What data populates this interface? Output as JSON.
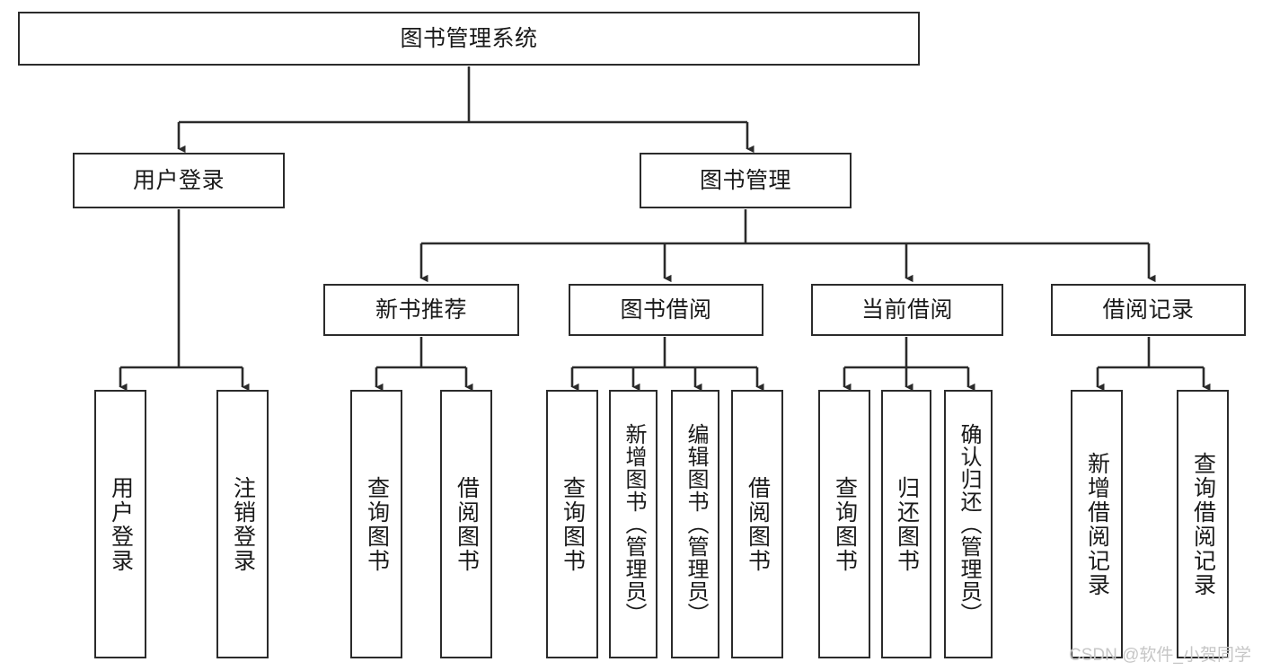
{
  "diagram": {
    "type": "tree-hierarchy-chart",
    "title": "图书管理系统",
    "background_color": "#ffffff",
    "line_color": "#2b2b2b",
    "box_border_color": "#2b2b2b",
    "text_color": "#1a1a1a"
  },
  "nodes": {
    "root": {
      "label": "图书管理系统"
    },
    "level1": [
      {
        "label": "用户登录"
      },
      {
        "label": "图书管理"
      }
    ],
    "level2": [
      {
        "label": "新书推荐"
      },
      {
        "label": "图书借阅"
      },
      {
        "label": "当前借阅"
      },
      {
        "label": "借阅记录"
      }
    ],
    "leaves_user_login": [
      {
        "label": "用户登录"
      },
      {
        "label": "注销登录"
      }
    ],
    "leaves_new_book": [
      {
        "label": "查询图书"
      },
      {
        "label": "借阅图书"
      }
    ],
    "leaves_borrow": [
      {
        "label": "查询图书"
      },
      {
        "label": "新增图书（管理员）"
      },
      {
        "label": "编辑图书（管理员）"
      },
      {
        "label": "借阅图书"
      }
    ],
    "leaves_current": [
      {
        "label": "查询图书"
      },
      {
        "label": "归还图书"
      },
      {
        "label": "确认归还（管理员）"
      }
    ],
    "leaves_record": [
      {
        "label": "新增借阅记录"
      },
      {
        "label": "查询借阅记录"
      }
    ]
  },
  "watermark": {
    "text": "CSDN @软件_小贺同学"
  }
}
